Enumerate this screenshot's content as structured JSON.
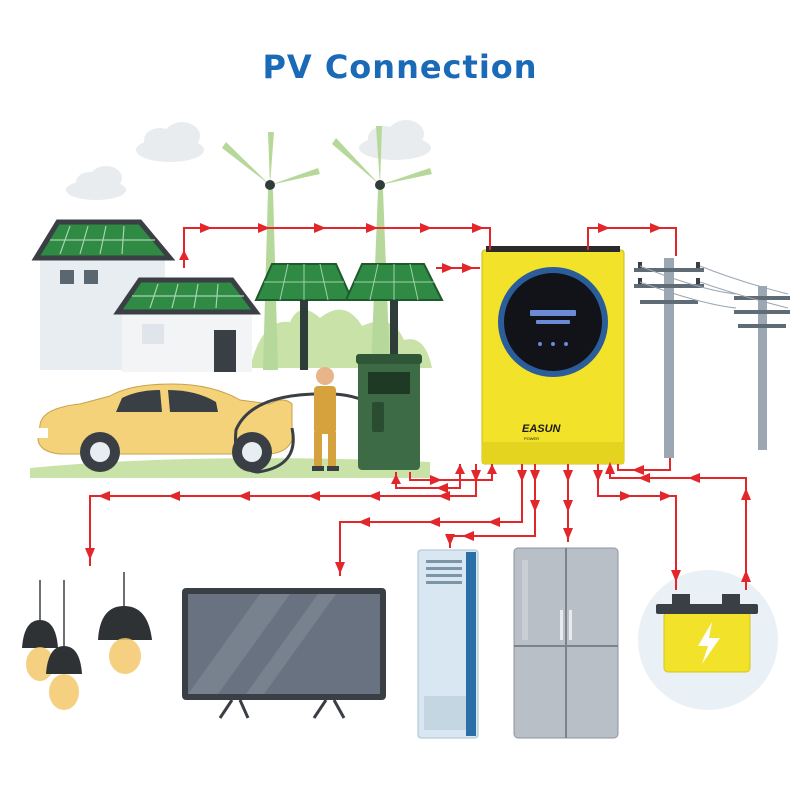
{
  "title": "PV Connection",
  "brand": "EASUN",
  "brand_sub": "POWER",
  "colors": {
    "title": "#1a6ab8",
    "wire": "#e3262a",
    "inverter": "#f2e22a",
    "house_roof": "#3a3f45",
    "solar_panel": "#2f8a43",
    "grass": "#c9e2a8",
    "car": "#f3d27a",
    "charger": "#3d6b45",
    "battery": "#f2e22a",
    "fridge": "#b9bfc7",
    "ac_unit": "#d8e7f1"
  },
  "icons": {
    "battery_symbol": "lightning-bolt-icon"
  }
}
